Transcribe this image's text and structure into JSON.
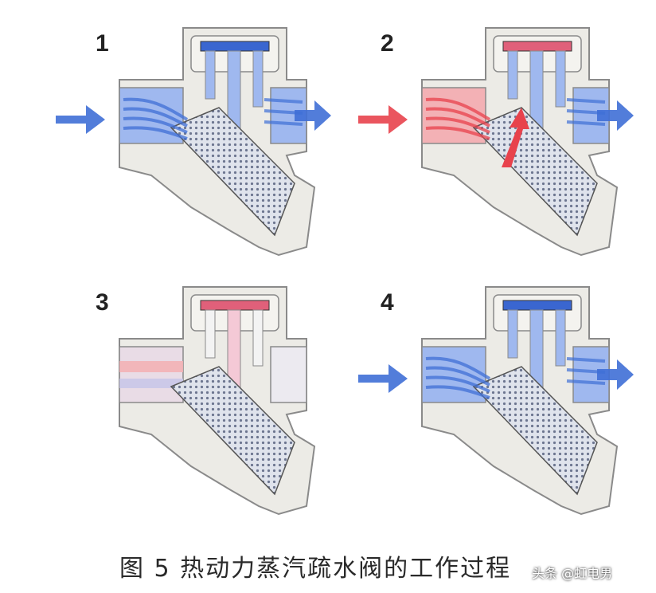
{
  "panels": [
    {
      "number": "1",
      "inlet": "cold",
      "state": "condensate-discharge"
    },
    {
      "number": "2",
      "inlet": "hot",
      "state": "steam-arrives-disc-lifts"
    },
    {
      "number": "3",
      "inlet": "none",
      "state": "closed"
    },
    {
      "number": "4",
      "inlet": "cold",
      "state": "condensate-discharge"
    }
  ],
  "caption": "图 5  热动力蒸汽疏水阀的工作过程",
  "watermark": "头条 @虹电男",
  "colors": {
    "body": "#ecebe6",
    "body_outline": "#8a8a8a",
    "water": "#3f6fd6",
    "water_light": "#9fb8ef",
    "steam": "#e8424c",
    "steam_light": "#f3b1b5",
    "disc_blue": "#3a66d0",
    "disc_red": "#e0607a",
    "screen": "#dfe3ec"
  }
}
